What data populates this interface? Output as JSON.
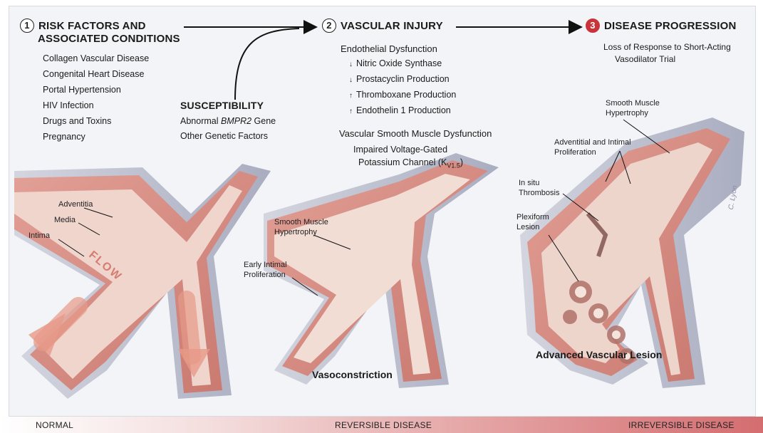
{
  "steps": [
    {
      "number": "1",
      "title_line1": "RISK FACTORS AND",
      "title_line2": "ASSOCIATED CONDITIONS"
    },
    {
      "number": "2",
      "title_line1": "VASCULAR INJURY"
    },
    {
      "number": "3",
      "title_line1": "DISEASE PROGRESSION"
    }
  ],
  "risk_factors": [
    "Collagen Vascular Disease",
    "Congenital Heart Disease",
    "Portal Hypertension",
    "HIV Infection",
    "Drugs and Toxins",
    "Pregnancy"
  ],
  "susceptibility": {
    "title": "SUSCEPTIBILITY",
    "gene_prefix": "Abnormal ",
    "gene": "BMPR2",
    "gene_suffix": " Gene",
    "other": "Other Genetic Factors"
  },
  "vascular_injury": {
    "endothelial_title": "Endothelial Dysfunction",
    "items": [
      {
        "dir": "↓",
        "text": "Nitric Oxide Synthase"
      },
      {
        "dir": "↓",
        "text": "Prostacyclin Production"
      },
      {
        "dir": "↑",
        "text": "Thromboxane Production"
      },
      {
        "dir": "↑",
        "text": "Endothelin 1 Production"
      }
    ],
    "smooth_title": "Vascular Smooth Muscle Dysfunction",
    "channel_line1": "Impaired Voltage-Gated",
    "channel_line2": "Potassium Channel (K",
    "channel_sub": "V1.5",
    "channel_close": ")"
  },
  "progression": {
    "line1": "Loss of Response to Short-Acting",
    "line2": "Vasodilator Trial"
  },
  "labels": {
    "adventitia": "Adventitia",
    "media": "Media",
    "intima": "Intima",
    "flow": "FLOW",
    "smh2_1": "Smooth Muscle",
    "smh2_2": "Hypertrophy",
    "eip_1": "Early Intimal",
    "eip_2": "Proliferation",
    "smh3_1": "Smooth Muscle",
    "smh3_2": "Hypertrophy",
    "aip_1": "Adventitial and Intimal",
    "aip_2": "Proliferation",
    "ist_1": "In situ",
    "ist_2": "Thrombosis",
    "plex_1": "Plexiform",
    "plex_2": "Lesion",
    "signature": "C. Lyon"
  },
  "captions": {
    "vasoconstriction": "Vasoconstriction",
    "advanced": "Advanced Vascular Lesion"
  },
  "bottom_bar": {
    "normal": "NORMAL",
    "reversible": "REVERSIBLE DISEASE",
    "irreversible": "IRREVERSIBLE DISEASE"
  },
  "colors": {
    "accent": "#c9333a",
    "vessel_outer": "#c9a6a4",
    "vessel_media": "#d98b82",
    "vessel_lumen": "#f2dcd6",
    "adventitia": "#c8cad6"
  }
}
